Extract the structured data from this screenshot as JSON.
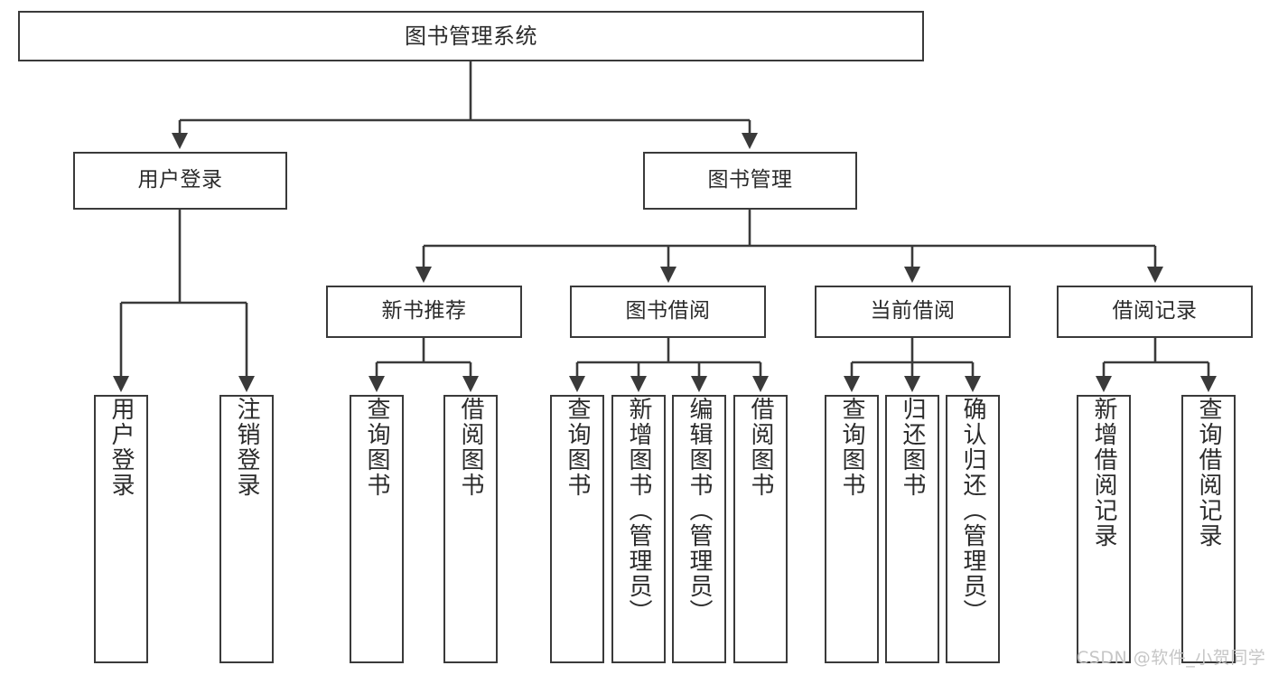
{
  "diagram": {
    "title": "图书管理系统",
    "type": "hierarchy-tree",
    "root": {
      "label": "图书管理系统"
    },
    "level2": [
      {
        "label": "用户登录"
      },
      {
        "label": "图书管理"
      }
    ],
    "level3": [
      {
        "label": "新书推荐"
      },
      {
        "label": "图书借阅"
      },
      {
        "label": "当前借阅"
      },
      {
        "label": "借阅记录"
      }
    ],
    "leaves": {
      "user_login": [
        {
          "label": "用户登录"
        },
        {
          "label": "注销登录"
        }
      ],
      "new_book_recommend": [
        {
          "label": "查询图书"
        },
        {
          "label": "借阅图书"
        }
      ],
      "book_borrow": [
        {
          "label": "查询图书"
        },
        {
          "label": "新增图书（管理员）"
        },
        {
          "label": "编辑图书（管理员）"
        },
        {
          "label": "借阅图书"
        }
      ],
      "current_borrow": [
        {
          "label": "查询图书"
        },
        {
          "label": "归还图书"
        },
        {
          "label": "确认归还（管理员）"
        }
      ],
      "borrow_record": [
        {
          "label": "新增借阅记录"
        },
        {
          "label": "查询借阅记录"
        }
      ]
    }
  },
  "watermark": {
    "text": "CSDN @软件_小贺同学"
  },
  "colors": {
    "border": "#3a3a3a",
    "text": "#2b2b2b",
    "background": "#ffffff",
    "watermark": "#c6c6c6"
  }
}
